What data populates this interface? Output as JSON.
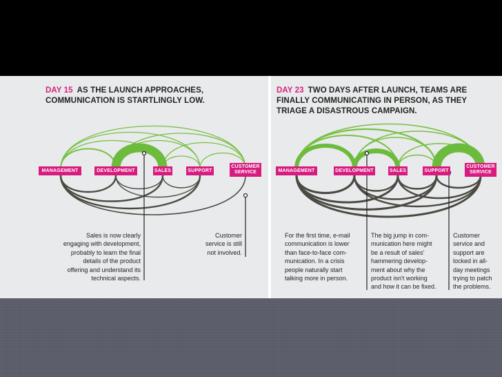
{
  "colors": {
    "accent": "#d81b7f",
    "email_arc": "#76c043",
    "face_arc": "#4a4a42",
    "panel_bg": "#e9eaeb",
    "slide_bg": "#5b5e6a"
  },
  "left": {
    "day": "DAY 15",
    "title_line1": "AS THE LAUNCH APPROACHES,",
    "title_line2": "COMMUNICATION IS STARTLINGLY LOW.",
    "nodes": {
      "management": "MANAGEMENT",
      "development": "DEVELOPMENT",
      "sales": "SALES",
      "support": "SUPPORT",
      "customer_service_1": "CUSTOMER",
      "customer_service_2": "SERVICE"
    },
    "note_sales": [
      "Sales is now clearly",
      "engaging with development,",
      "probably to learn the final",
      "details of the product",
      "offering and understand its",
      "technical aspects."
    ],
    "note_customer": [
      "Customer",
      "service is still",
      "not involved."
    ]
  },
  "right": {
    "day": "DAY 23",
    "title_line1": "TWO DAYS AFTER LAUNCH, TEAMS ARE",
    "title_line2": "FINALLY COMMUNICATING IN PERSON, AS THEY",
    "title_line3": "TRIAGE A DISASTROUS CAMPAIGN.",
    "nodes": {
      "management": "MANAGEMENT",
      "development": "DEVELOPMENT",
      "sales": "SALES",
      "support": "SUPPORT",
      "customer_service_1": "CUSTOMER",
      "customer_service_2": "SERVICE"
    },
    "note_email": [
      "For the first time, e-mail",
      "communication is lower",
      "than face-to-face com-",
      "munication. In a crisis",
      "people naturally start",
      "talking more in person."
    ],
    "note_jump": [
      "The big jump in com-",
      "munication here might",
      "be a result of sales'",
      "hammering develop-",
      "ment about why the",
      "product isn't working",
      "and how it can be fixed."
    ],
    "note_support": [
      "Customer",
      "service and",
      "support are",
      "locked in all-",
      "day meetings",
      "trying to patch",
      "the problems."
    ]
  }
}
